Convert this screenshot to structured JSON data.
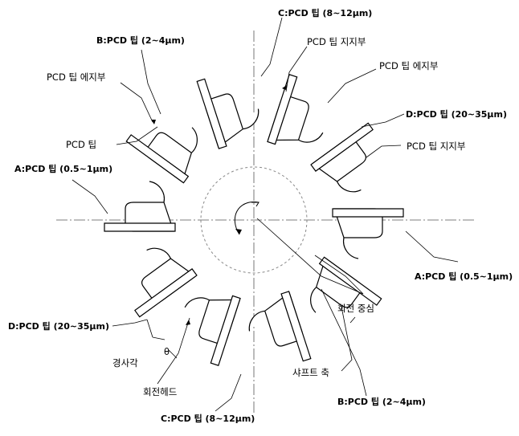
{
  "labels": {
    "c_top": "C:PCD 팁 (8~12μm)",
    "b_left": "B:PCD 팁 (2~4μm)",
    "pcd_support_top": "PCD 팁 지지부",
    "pcd_edge_left": "PCD 팁 에지부",
    "pcd_edge_right": "PCD 팁 에지부",
    "d_right": "D:PCD 팁 (20~35μm)",
    "pcd_tip_left": "PCD 팁",
    "pcd_support_right": "PCD 팁 지지부",
    "a_left": "A:PCD 팁 (0.5~1μm)",
    "a_right": "A:PCD 팁 (0.5~1μm)",
    "rotation_center": "회전 중심",
    "d_left": "D:PCD 팁 (20~35μm)",
    "rake_angle": "경사각",
    "theta": "θ",
    "shaft_axis": "샤프트 축",
    "rotating_head": "회전헤드",
    "b_right": "B:PCD 팁 (2~4μm)",
    "c_bottom": "C:PCD 팁 (8~12μm)"
  }
}
